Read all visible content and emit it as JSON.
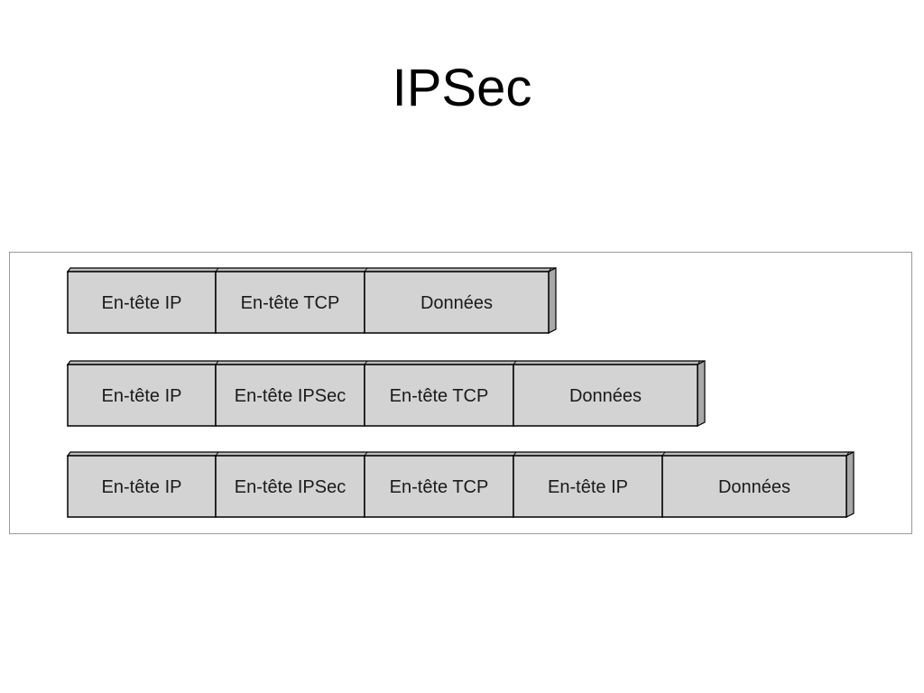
{
  "title": "IPSec",
  "rows": [
    {
      "cells": [
        "En-tête IP",
        "En-tête TCP",
        "Données"
      ]
    },
    {
      "cells": [
        "En-tête IP",
        "En-tête IPSec",
        "En-tête TCP",
        "Données"
      ]
    },
    {
      "cells": [
        "En-tête IP",
        "En-tête IPSec",
        "En-tête TCP",
        "En-tête IP",
        "Données"
      ]
    }
  ],
  "colors": {
    "cell_fill": "#d3d3d3",
    "cell_top": "#bdbdbd",
    "cell_side": "#a8a8a8",
    "stroke": "#000000"
  }
}
